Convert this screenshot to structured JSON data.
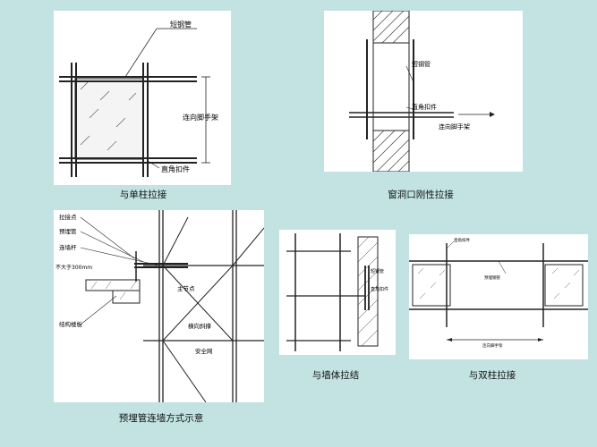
{
  "colors": {
    "background": "#c3e3e3",
    "panel": "#ffffff",
    "line": "#222222"
  },
  "diagram1": {
    "caption": "与单柱拉接",
    "short_pipe": "短钢管",
    "scaffold": "连向脚手架",
    "coupler": "直角扣件"
  },
  "diagram2": {
    "caption": "窗洞口刚性拉接",
    "short_pipe": "短钢管",
    "coupler": "直角扣件",
    "scaffold": "连向脚手架"
  },
  "diagram3": {
    "caption": "预埋管连墙方式示意",
    "labels": {
      "tie_point": "拉接点",
      "embedded_pipe": "预埋管",
      "wall_rod": "连墙杆",
      "max_distance": "不大于300mm",
      "structure_slab": "结构楼板",
      "main_node": "主节点",
      "cross_brace": "横向斜撑",
      "safety_net": "安全网"
    }
  },
  "diagram4": {
    "caption": "与墙体拉结",
    "short_pipe": "短钢管",
    "coupler": "直角扣件"
  },
  "diagram5": {
    "caption": "与双柱拉接",
    "coupler": "直角扣件",
    "pipe": "预埋钢管",
    "scaffold": "连向脚手架"
  }
}
